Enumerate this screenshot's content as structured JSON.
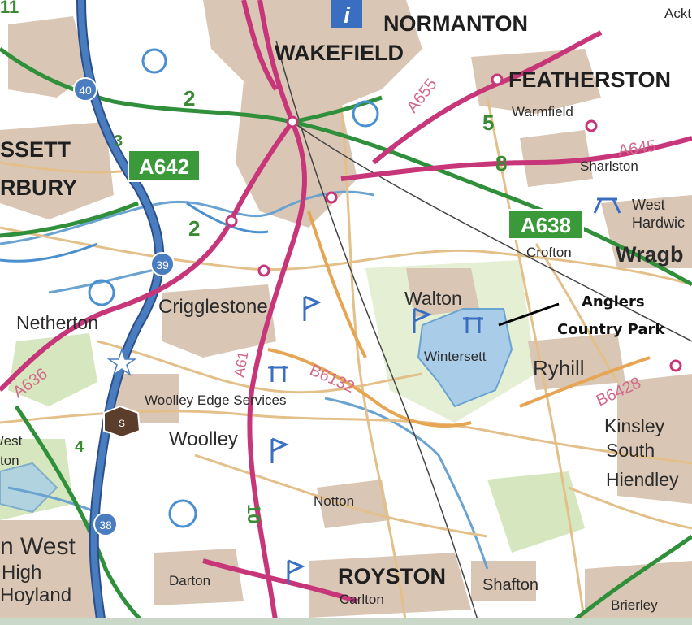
{
  "colors": {
    "background": "#ffffff",
    "urban": "#d9c6b5",
    "water": "#a9cde8",
    "park": "#cfe3b4",
    "motorway": "#4a7cc0",
    "primary_road": "#2f8f3a",
    "a_road": "#c8367a",
    "b_road": "#e5a552",
    "minor_road": "#e3c08a",
    "railway": "#444444",
    "shield": "#3a9a3a",
    "shield_text": "#ffffff"
  },
  "places": {
    "normanton": "NORMANTON",
    "wakefield": "WAKEFIELD",
    "featherstone": "FEATHERSTON",
    "ackton": "Ackt",
    "warmfield": "Warmfield",
    "sharlston": "Sharlston",
    "west_hardwick_1": "West",
    "west_hardwick_2": "Hardwic",
    "wragby": "Wragb",
    "crofton": "Crofton",
    "ossett": "SSETT",
    "horbury": "RBURY",
    "netherton": "Netherton",
    "crigglestone": "Crigglestone",
    "walton": "Walton",
    "wintersett": "Wintersett",
    "ryhill": "Ryhill",
    "woolley_edge": "Woolley Edge Services",
    "woolley": "Woolley",
    "kinsley": "Kinsley",
    "south_hiendley_1": "South",
    "south_hiendley_2": "Hiendley",
    "west_bretton_1": "/est",
    "west_bretton_2": "ton",
    "high_hoyland_1": "n West",
    "high_hoyland_2": "High",
    "high_hoyland_3": "Hoyland",
    "notton": "Notton",
    "royston": "ROYSTON",
    "darton": "Darton",
    "carlton": "Carlton",
    "shafton": "Shafton",
    "brierley": "Brierley"
  },
  "roads": {
    "a642": "A642",
    "a638": "A638",
    "a655": "A655",
    "a645": "A645",
    "a636": "A636",
    "a61": "A61",
    "b6132": "B6132",
    "b6428": "B6428"
  },
  "junctions": {
    "j40": "40",
    "j39": "39",
    "j38": "38"
  },
  "route_numbers": {
    "n2a": "2",
    "n2b": "2",
    "n5": "5",
    "n8": "8",
    "n10": "10",
    "n4": "4",
    "n3": "3",
    "n11": "11"
  },
  "annotation": {
    "line1": "Anglers",
    "line2": "Country Park"
  }
}
